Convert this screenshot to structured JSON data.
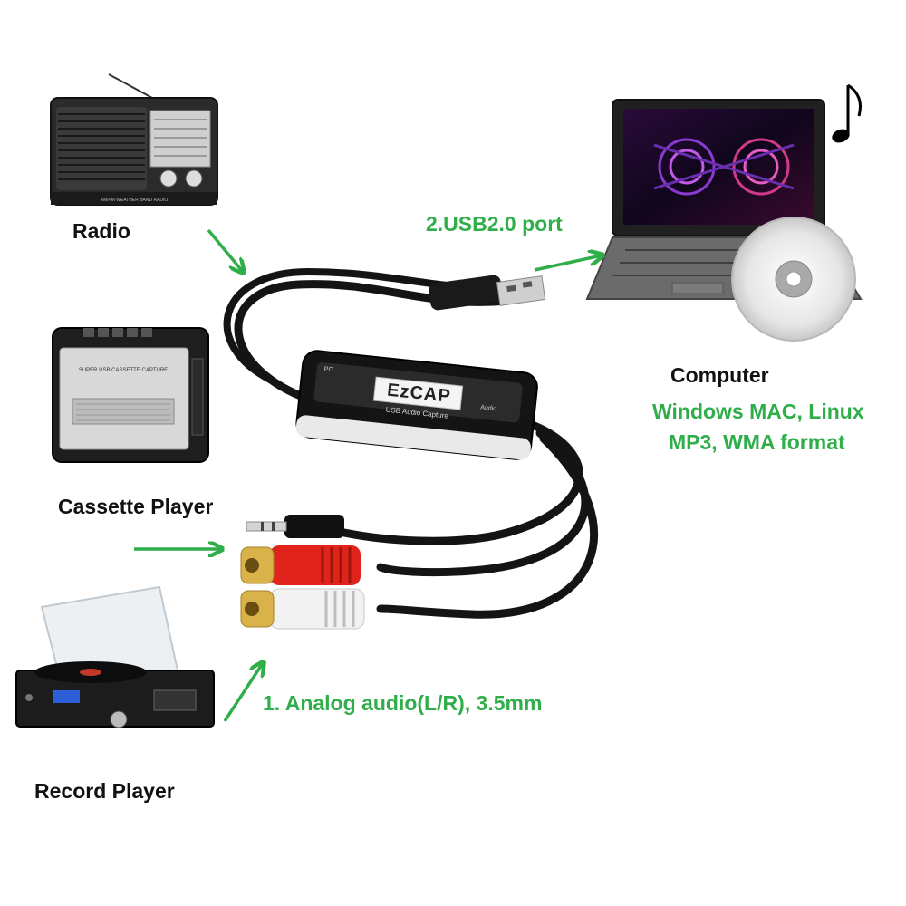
{
  "labels": {
    "radio": "Radio",
    "cassette_player": "Cassette Player",
    "record_player": "Record Player",
    "computer": "Computer",
    "usb_port": "2.USB2.0 port",
    "os_support": "Windows MAC, Linux",
    "formats": "MP3, WMA format",
    "analog_audio": "1. Analog audio(L/R), 3.5mm"
  },
  "device": {
    "brand": "EzCAP",
    "subtitle": "USB Audio Capture",
    "pc_label": "PC",
    "audio_label": "Audio"
  },
  "radio_panel_text": "AM/FM WEATHER BAND RADIO",
  "cassette_panel_text": "SUPER USB CASSETTE CAPTURE",
  "colors": {
    "arrow_green": "#2fae4a",
    "text_black": "#111111",
    "rca_red": "#e0241b",
    "rca_white": "#f2f2f2",
    "gold": "#d9b24a"
  }
}
